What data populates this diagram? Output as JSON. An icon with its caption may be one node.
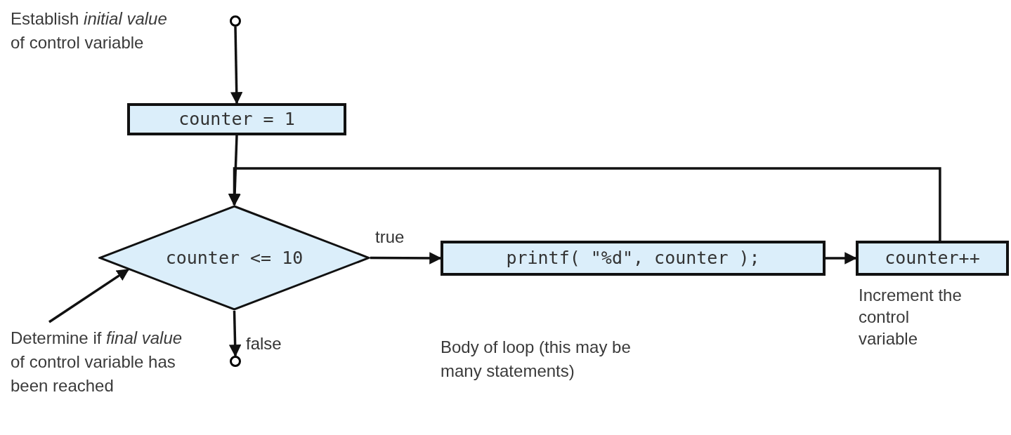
{
  "diagram": {
    "nodes": [
      {
        "text": [],
        "shape": "circle"
      },
      {
        "text": [
          "counter = 1"
        ]
      },
      {
        "text": [
          "counter <= 10"
        ]
      },
      {
        "text": [
          "printf( \"%d\", counter );"
        ]
      },
      {
        "text": [
          "counter++"
        ],
        "beside": [
          "Increment the control variable"
        ]
      },
      {
        "text": [],
        "shape": "circle"
      },
      {
        "text": [
          "Determine if *final value* of control variable has been reached"
        ]
      }
    ],
    "edges": [
      {
        "from": 0,
        "to": 1,
        "arrow": "to"
      },
      {
        "from": 1,
        "to": 2,
        "arrow": "to"
      },
      {
        "from": 2,
        "to": 3,
        "arrow": "to",
        "label": "true"
      },
      {
        "from": 3,
        "to": 4,
        "arrow": "to"
      },
      {
        "from": 4,
        "to": 2,
        "arrow": "to"
      },
      {
        "from": 2,
        "to": 5,
        "arrow": "to",
        "label": "false"
      },
      {
        "from": 6,
        "to": 2,
        "arrow": "to"
      }
    ],
    "labels": [
      "Establish *initial value* of control variable",
      "Body of loop (this may be many statements)"
    ]
  }
}
